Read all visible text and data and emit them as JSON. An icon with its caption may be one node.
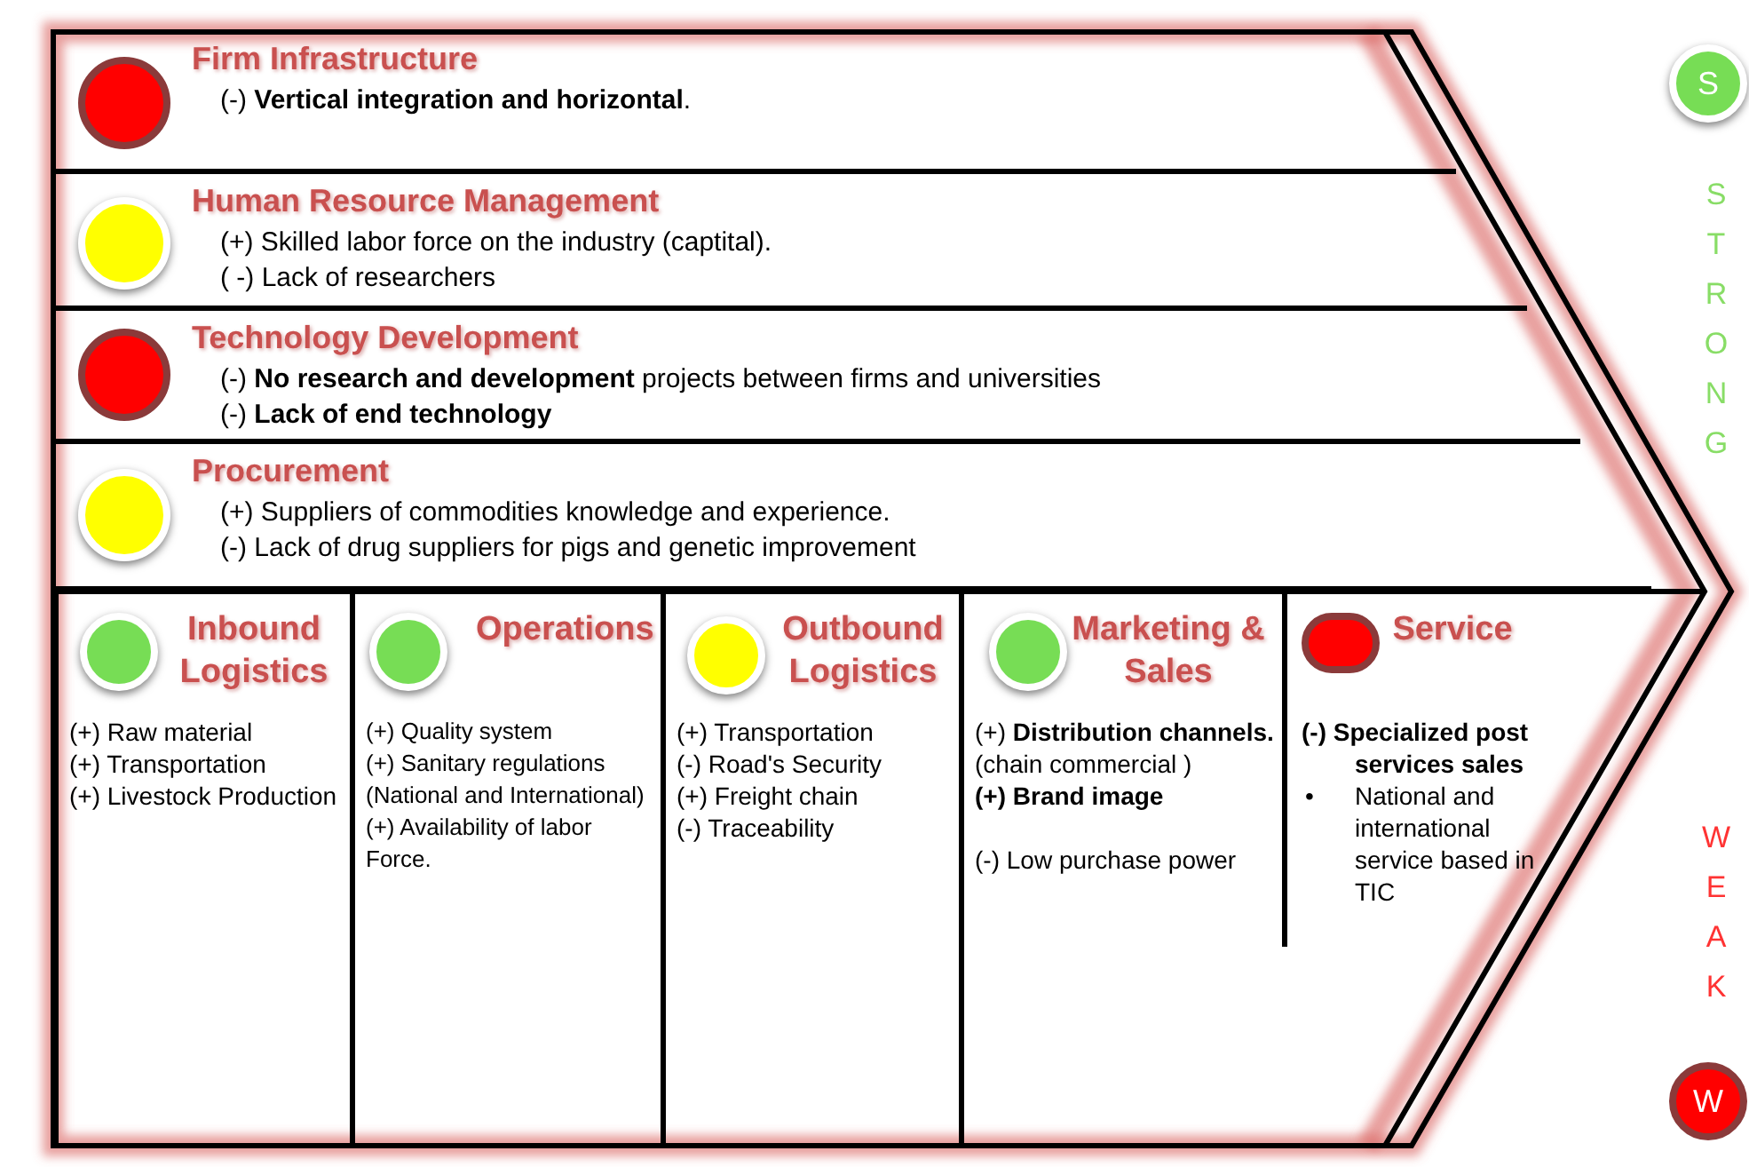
{
  "diagram": {
    "nodes": [
      {
        "text": [
          "Firm Infrastructure",
          "(-) **Vertical integration and horizontal**."
        ]
      },
      {
        "text": [],
        "shape": "circle",
        "in": 0
      },
      {
        "text": [
          "Human Resource Management",
          "(+) Skilled labor force on the industry (captital).",
          "( -) Lack of researchers"
        ]
      },
      {
        "text": [],
        "shape": "circle",
        "in": 2
      },
      {
        "text": [
          "Technology Development",
          "(-) **No research and development** projects between firms and universities",
          "(-) **Lack of end technology**"
        ]
      },
      {
        "text": [],
        "shape": "circle",
        "in": 4
      },
      {
        "text": [
          "Procurement",
          "(+) Suppliers of commodities knowledge and experience.",
          "(-) Lack of drug suppliers for pigs and genetic improvement"
        ]
      },
      {
        "text": [],
        "shape": "circle",
        "in": 6
      },
      {
        "text": [
          "Inbound Logistics",
          "(+) Raw material",
          "(+) Transportation",
          "(+) Livestock Production"
        ]
      },
      {
        "text": [],
        "shape": "circle",
        "in": 8
      },
      {
        "text": [
          "Operations",
          "(+) Quality system",
          "(+) Sanitary regulations (National and International)",
          "(+) Availability of labor Force."
        ]
      },
      {
        "text": [],
        "shape": "circle",
        "in": 10
      },
      {
        "text": [
          "Outbound Logistics",
          "(+) Transportation",
          "(-) Road's Security",
          "(+) Freight chain",
          "(-) Traceability"
        ]
      },
      {
        "text": [],
        "shape": "circle",
        "in": 12
      },
      {
        "text": [
          "Marketing & Sales",
          "(+) **Distribution channels.** (chain commercial )",
          "(+) Brand image",
          "(-) Low purchase power"
        ]
      },
      {
        "text": [],
        "shape": "circle",
        "in": 14
      },
      {
        "text": [
          "Service",
          "(-) Specialized post services sales",
          "•",
          "National and international service based in TIC"
        ]
      },
      {
        "text": [],
        "shape": "circle",
        "in": 16
      },
      {
        "text": [
          "S"
        ]
      },
      {
        "text": [
          "W"
        ]
      }
    ],
    "edges": [],
    "labels": [
      "STRONG",
      "WEAK"
    ]
  }
}
